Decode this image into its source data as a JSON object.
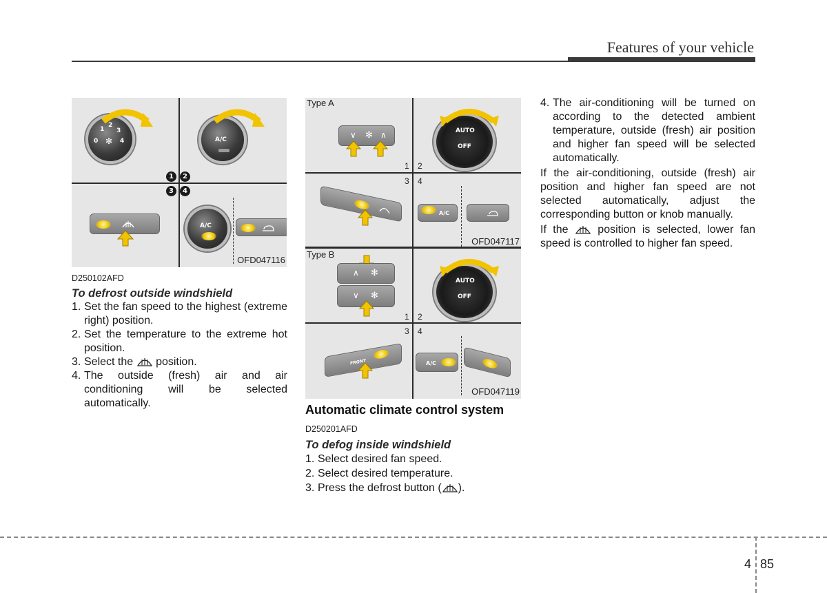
{
  "header": {
    "title": "Features of your vehicle"
  },
  "figure1": {
    "code": "OFD047116",
    "markers": [
      "1",
      "2",
      "3",
      "4"
    ],
    "knob1_numbers": [
      "0",
      "1",
      "2",
      "3",
      "4"
    ],
    "knob_ac_label": "A/C"
  },
  "figure2": {
    "type_a_label": "Type A",
    "type_b_label": "Type B",
    "code_a": "OFD047117",
    "code_b": "OFD047119",
    "markers": [
      "1",
      "2",
      "3",
      "4"
    ],
    "auto_label": "AUTO",
    "off_label": "OFF",
    "ac_label": "A/C",
    "front_label": "FRONT"
  },
  "left_column": {
    "code": "D250102AFD",
    "heading": "To defrost outside windshield",
    "steps": [
      {
        "n": "1.",
        "text": "Set the fan speed to the highest (extreme right) position."
      },
      {
        "n": "2.",
        "text": "Set the temperature to the extreme hot position."
      },
      {
        "n": "3.",
        "text_before": "Select the",
        "text_after": "position."
      },
      {
        "n": "4.",
        "text": "The outside (fresh) air and air conditioning will be selected automatically."
      }
    ]
  },
  "middle_column": {
    "section_title": "Automatic climate control system",
    "code": "D250201AFD",
    "heading": "To defog inside windshield",
    "steps": [
      {
        "n": "1.",
        "text": "Select desired fan speed."
      },
      {
        "n": "2.",
        "text": "Select desired temperature."
      },
      {
        "n": "3.",
        "text_before": "Press the defrost button (",
        "text_after": ")."
      }
    ]
  },
  "right_column": {
    "step4_n": "4.",
    "step4_text": "The air-conditioning will be turned on according to the detected ambient temperature, outside (fresh) air position and higher fan speed will be selected automatically.",
    "para1": "If the air-conditioning, outside (fresh) air position and higher fan speed are not selected automatically, adjust the corresponding button or knob manually.",
    "para2_before": "If the",
    "para2_after": "position is selected, lower fan speed is controlled to higher fan speed."
  },
  "footer": {
    "chapter": "4",
    "page": "85"
  },
  "colors": {
    "arrow": "#f2c300",
    "glow": "#f0c400",
    "knob": "#2b2b2b"
  }
}
